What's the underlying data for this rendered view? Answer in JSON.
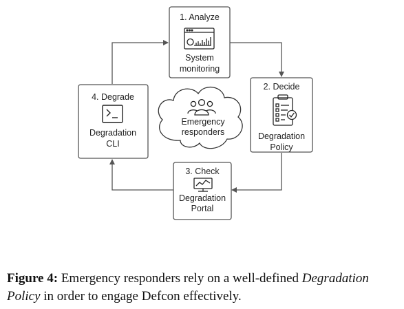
{
  "diagram": {
    "nodes": [
      {
        "id": "analyze",
        "step": "1. Analyze",
        "lines": [
          "System",
          "monitoring"
        ],
        "icon": "dashboard-icon"
      },
      {
        "id": "decide",
        "step": "2. Decide",
        "lines": [
          "Degradation",
          "Policy"
        ],
        "icon": "clipboard-checklist-icon"
      },
      {
        "id": "check",
        "step": "3. Check",
        "lines": [
          "Degradation",
          "Portal"
        ],
        "icon": "monitor-chart-icon"
      },
      {
        "id": "degrade",
        "step": "4. Degrade",
        "lines": [
          "Degradation",
          "CLI"
        ],
        "icon": "terminal-icon"
      }
    ],
    "center": {
      "lines": [
        "Emergency",
        "responders"
      ],
      "icon": "people-group-icon"
    },
    "edges": [
      [
        "analyze",
        "decide"
      ],
      [
        "decide",
        "check"
      ],
      [
        "check",
        "degrade"
      ],
      [
        "degrade",
        "analyze"
      ]
    ],
    "colors": {
      "stroke": "#555555",
      "text": "#222222"
    }
  },
  "caption": {
    "label": "Figure 4:",
    "text_before": " Emergency responders rely on a well-defined ",
    "emphasis": "Degradation Policy",
    "text_after": " in order to engage Defcon effectively."
  }
}
